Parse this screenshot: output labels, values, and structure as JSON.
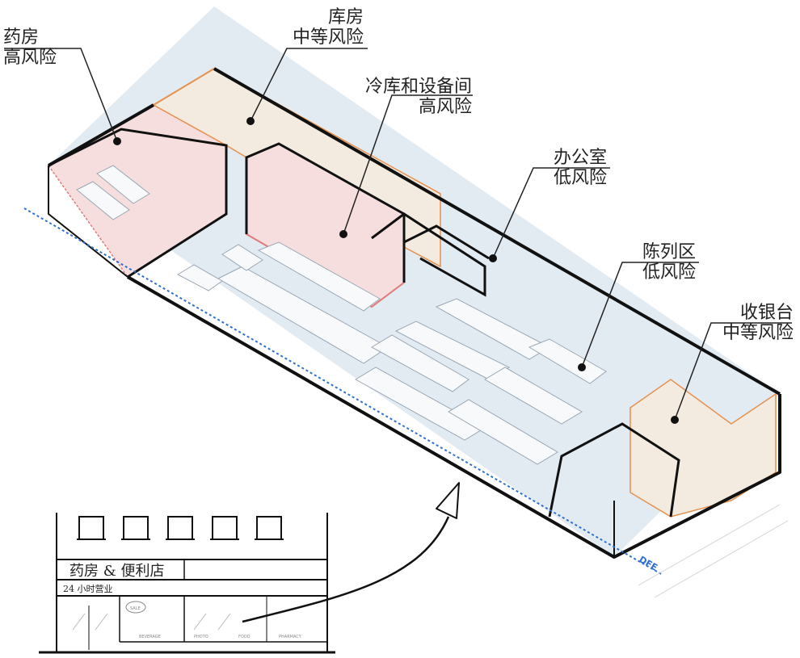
{
  "zones": [
    {
      "id": "pharmacy",
      "name": "药房",
      "risk": "高风险"
    },
    {
      "id": "storage",
      "name": "库房",
      "risk": "中等风险"
    },
    {
      "id": "cold",
      "name": "冷库和设备间",
      "risk": "高风险"
    },
    {
      "id": "office",
      "name": "办公室",
      "risk": "低风险"
    },
    {
      "id": "display",
      "name": "陈列区",
      "risk": "低风险"
    },
    {
      "id": "checkout",
      "name": "收银台",
      "risk": "中等风险"
    }
  ],
  "dfe_label": "DFE",
  "storefront": {
    "sign": "药房 & 便利店",
    "hours": "24 小时营业",
    "window_tags": [
      "BEVERAGE",
      "PHOTO",
      "FOOD",
      "PHARMACY"
    ],
    "sale_tag": "SALE"
  },
  "colors": {
    "high_risk_fill": "#f6dede",
    "high_risk_line": "#e07a7a",
    "medium_risk_fill": "#f3ebdf",
    "medium_risk_line": "#e6904e",
    "floor": "#e3ebf2",
    "dfe_line": "#2f6fd0",
    "outline": "#111111"
  }
}
